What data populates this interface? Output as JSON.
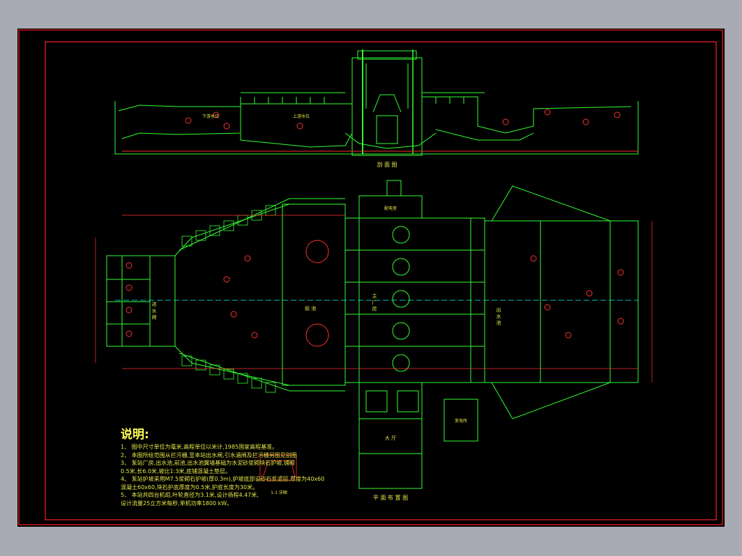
{
  "colors": {
    "background": "#000000",
    "outer_frame": "#ff2020",
    "structure": "#33ff33",
    "dimension": "#ff3030",
    "text": "#e8e84a",
    "axis": "#00ffff"
  },
  "drawing": {
    "section_title": "剖 面 图",
    "plan_title": "平 面 布 置 图",
    "detail_title": "1-1 详图",
    "inlet_label": "进 水 闸",
    "forebay_label": "前 池",
    "outlet_label": "出 水 池",
    "main_house_label": "主 厂 房",
    "control_room_label": "配电室",
    "hall_label": "大 厅",
    "substation_label": "变电所",
    "upstream_label": "下游水位",
    "downstream_label": "上游水位"
  },
  "notes": {
    "title": "说明:",
    "lines": [
      "1、 图中尺寸单位为毫米,高程单位以米计,1985国家高程基准。",
      "2、 本图所绘范围从拦污栅,至本站出水闸,引水涵闸及拦污栅另图见别图",
      "3、 泵站厂房,出水池,前池,出水池翼墙基础为水泥砂浆砌块石护坡,铺砌",
      "     0.5米,长6.0米,坡比1:3米,底铺混凝土垫层。",
      "4、 泵站护坡采用M7.5浆砌石护坡(厚0.3m),护坡底部设砂石反滤层,厚度为40x60",
      "     混凝土60x60,块石护底厚度为0.5米,护底长度为30米。",
      "5、 本站共四台机组,叶轮直径为3.1米,设计扬程4.47米,",
      "     设计流量25立方米每秒,单机功率1800 kW。"
    ]
  }
}
